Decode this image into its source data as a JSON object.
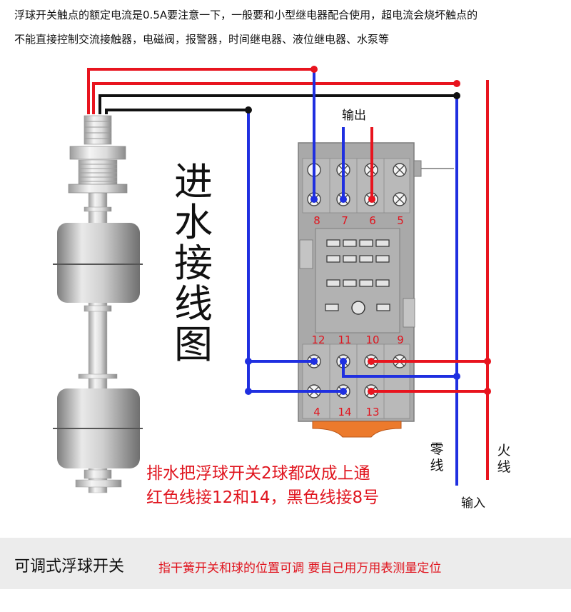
{
  "notes": {
    "line1": "浮球开关触点的额定电流是0.5A要注意一下，一般要和小型继电器配合使用，超电流会烧坏触点的",
    "line2": "不能直接控制交流接触器，电磁阀，报警器，时间继电器、液位继电器、水泵等"
  },
  "title_vertical": [
    "进",
    "水",
    "接",
    "线",
    "图"
  ],
  "output_label": "输出",
  "input_label": "输入",
  "neutral_label": [
    "零",
    "线"
  ],
  "live_label": [
    "火",
    "线"
  ],
  "drain_note": {
    "line1": "排水把浮球开关2球都改成上通",
    "line2": "红色线接12和14，黑色线接8号"
  },
  "terminals": {
    "top_row": [
      "8",
      "7",
      "6",
      "5"
    ],
    "mid_row": [
      "12",
      "11",
      "10",
      "9"
    ],
    "bottom_row": [
      "4",
      "14",
      "13"
    ]
  },
  "colors": {
    "red_wire": "#e8141e",
    "blue_wire": "#1f2fe0",
    "black_wire": "#111111",
    "relay_body": "#a9a9a9",
    "label_red": "#e0141e"
  },
  "footer": {
    "title": "可调式浮球开关",
    "subtitle": "指干簧开关和球的位置可调 要自己用万用表测量定位"
  }
}
